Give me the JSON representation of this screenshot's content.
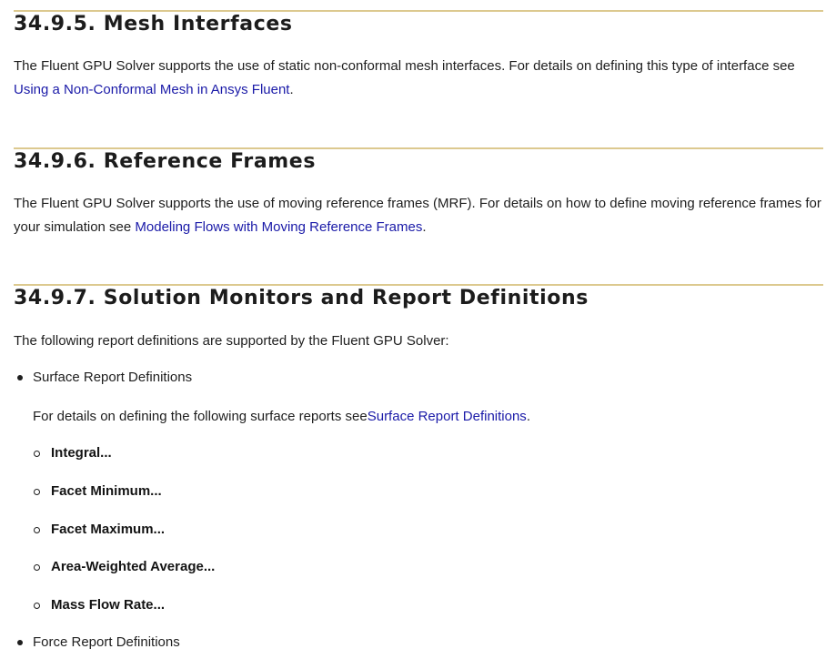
{
  "mesh_interfaces": {
    "heading": "34.9.5. Mesh Interfaces",
    "text_before": "The Fluent GPU Solver supports the use of static non-conformal mesh interfaces. For details on defining this type of interface see ",
    "link": "Using a Non-Conformal Mesh in Ansys Fluent",
    "text_after": "."
  },
  "reference_frames": {
    "heading": "34.9.6. Reference Frames",
    "text_before": "The Fluent GPU Solver supports the use of moving reference frames (MRF). For details on how to define moving reference frames for your simulation see ",
    "link": "Modeling Flows with Moving Reference Frames",
    "text_after": "."
  },
  "solution_monitors": {
    "heading": "34.9.7. Solution Monitors and Report Definitions",
    "intro": "The following report definitions are supported by the Fluent GPU Solver:",
    "surface": {
      "label": "Surface Report Definitions",
      "detail_before": "For details on defining the following surface reports see",
      "detail_link": "Surface Report Definitions",
      "detail_after": ".",
      "items": [
        "Integral...",
        "Facet Minimum...",
        "Facet Maximum...",
        "Area-Weighted Average...",
        "Mass Flow Rate..."
      ]
    },
    "force": {
      "label": "Force Report Definitions"
    }
  },
  "colors": {
    "rule": "#dcc98f",
    "link": "#1a1aa8",
    "text": "#1e1e1e"
  }
}
